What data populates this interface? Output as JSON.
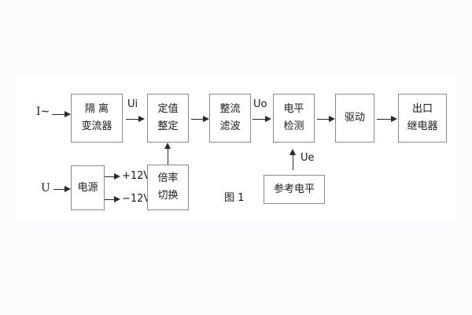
{
  "diagram": {
    "caption": "图 1",
    "blocks": [
      {
        "id": "isolation",
        "lines": [
          "隔 离",
          "变流器"
        ]
      },
      {
        "id": "setting",
        "lines": [
          "定值",
          "整定"
        ]
      },
      {
        "id": "rectify",
        "lines": [
          "整流",
          "滤波"
        ]
      },
      {
        "id": "level-detect",
        "lines": [
          "电平",
          "检测"
        ]
      },
      {
        "id": "drive",
        "lines": [
          "驱动"
        ]
      },
      {
        "id": "output-relay",
        "lines": [
          "出口",
          "继电器"
        ]
      },
      {
        "id": "power",
        "lines": [
          "电源"
        ]
      },
      {
        "id": "multiplier",
        "lines": [
          "倍率",
          "切换"
        ]
      },
      {
        "id": "reference",
        "lines": [
          "参考电平"
        ]
      }
    ],
    "signals": {
      "current_input": "I~",
      "voltage_input": "U",
      "ui": "Ui",
      "uo": "Uo",
      "ue": "Ue",
      "rail_positive": "+12V",
      "rail_negative": "−12V"
    },
    "colors": {
      "page_background": "#fafbfc",
      "sheet_background": "#ffffff",
      "block_border": "#8a8a8a",
      "connector": "#2b2b2b",
      "text": "#1a1a1a"
    }
  }
}
